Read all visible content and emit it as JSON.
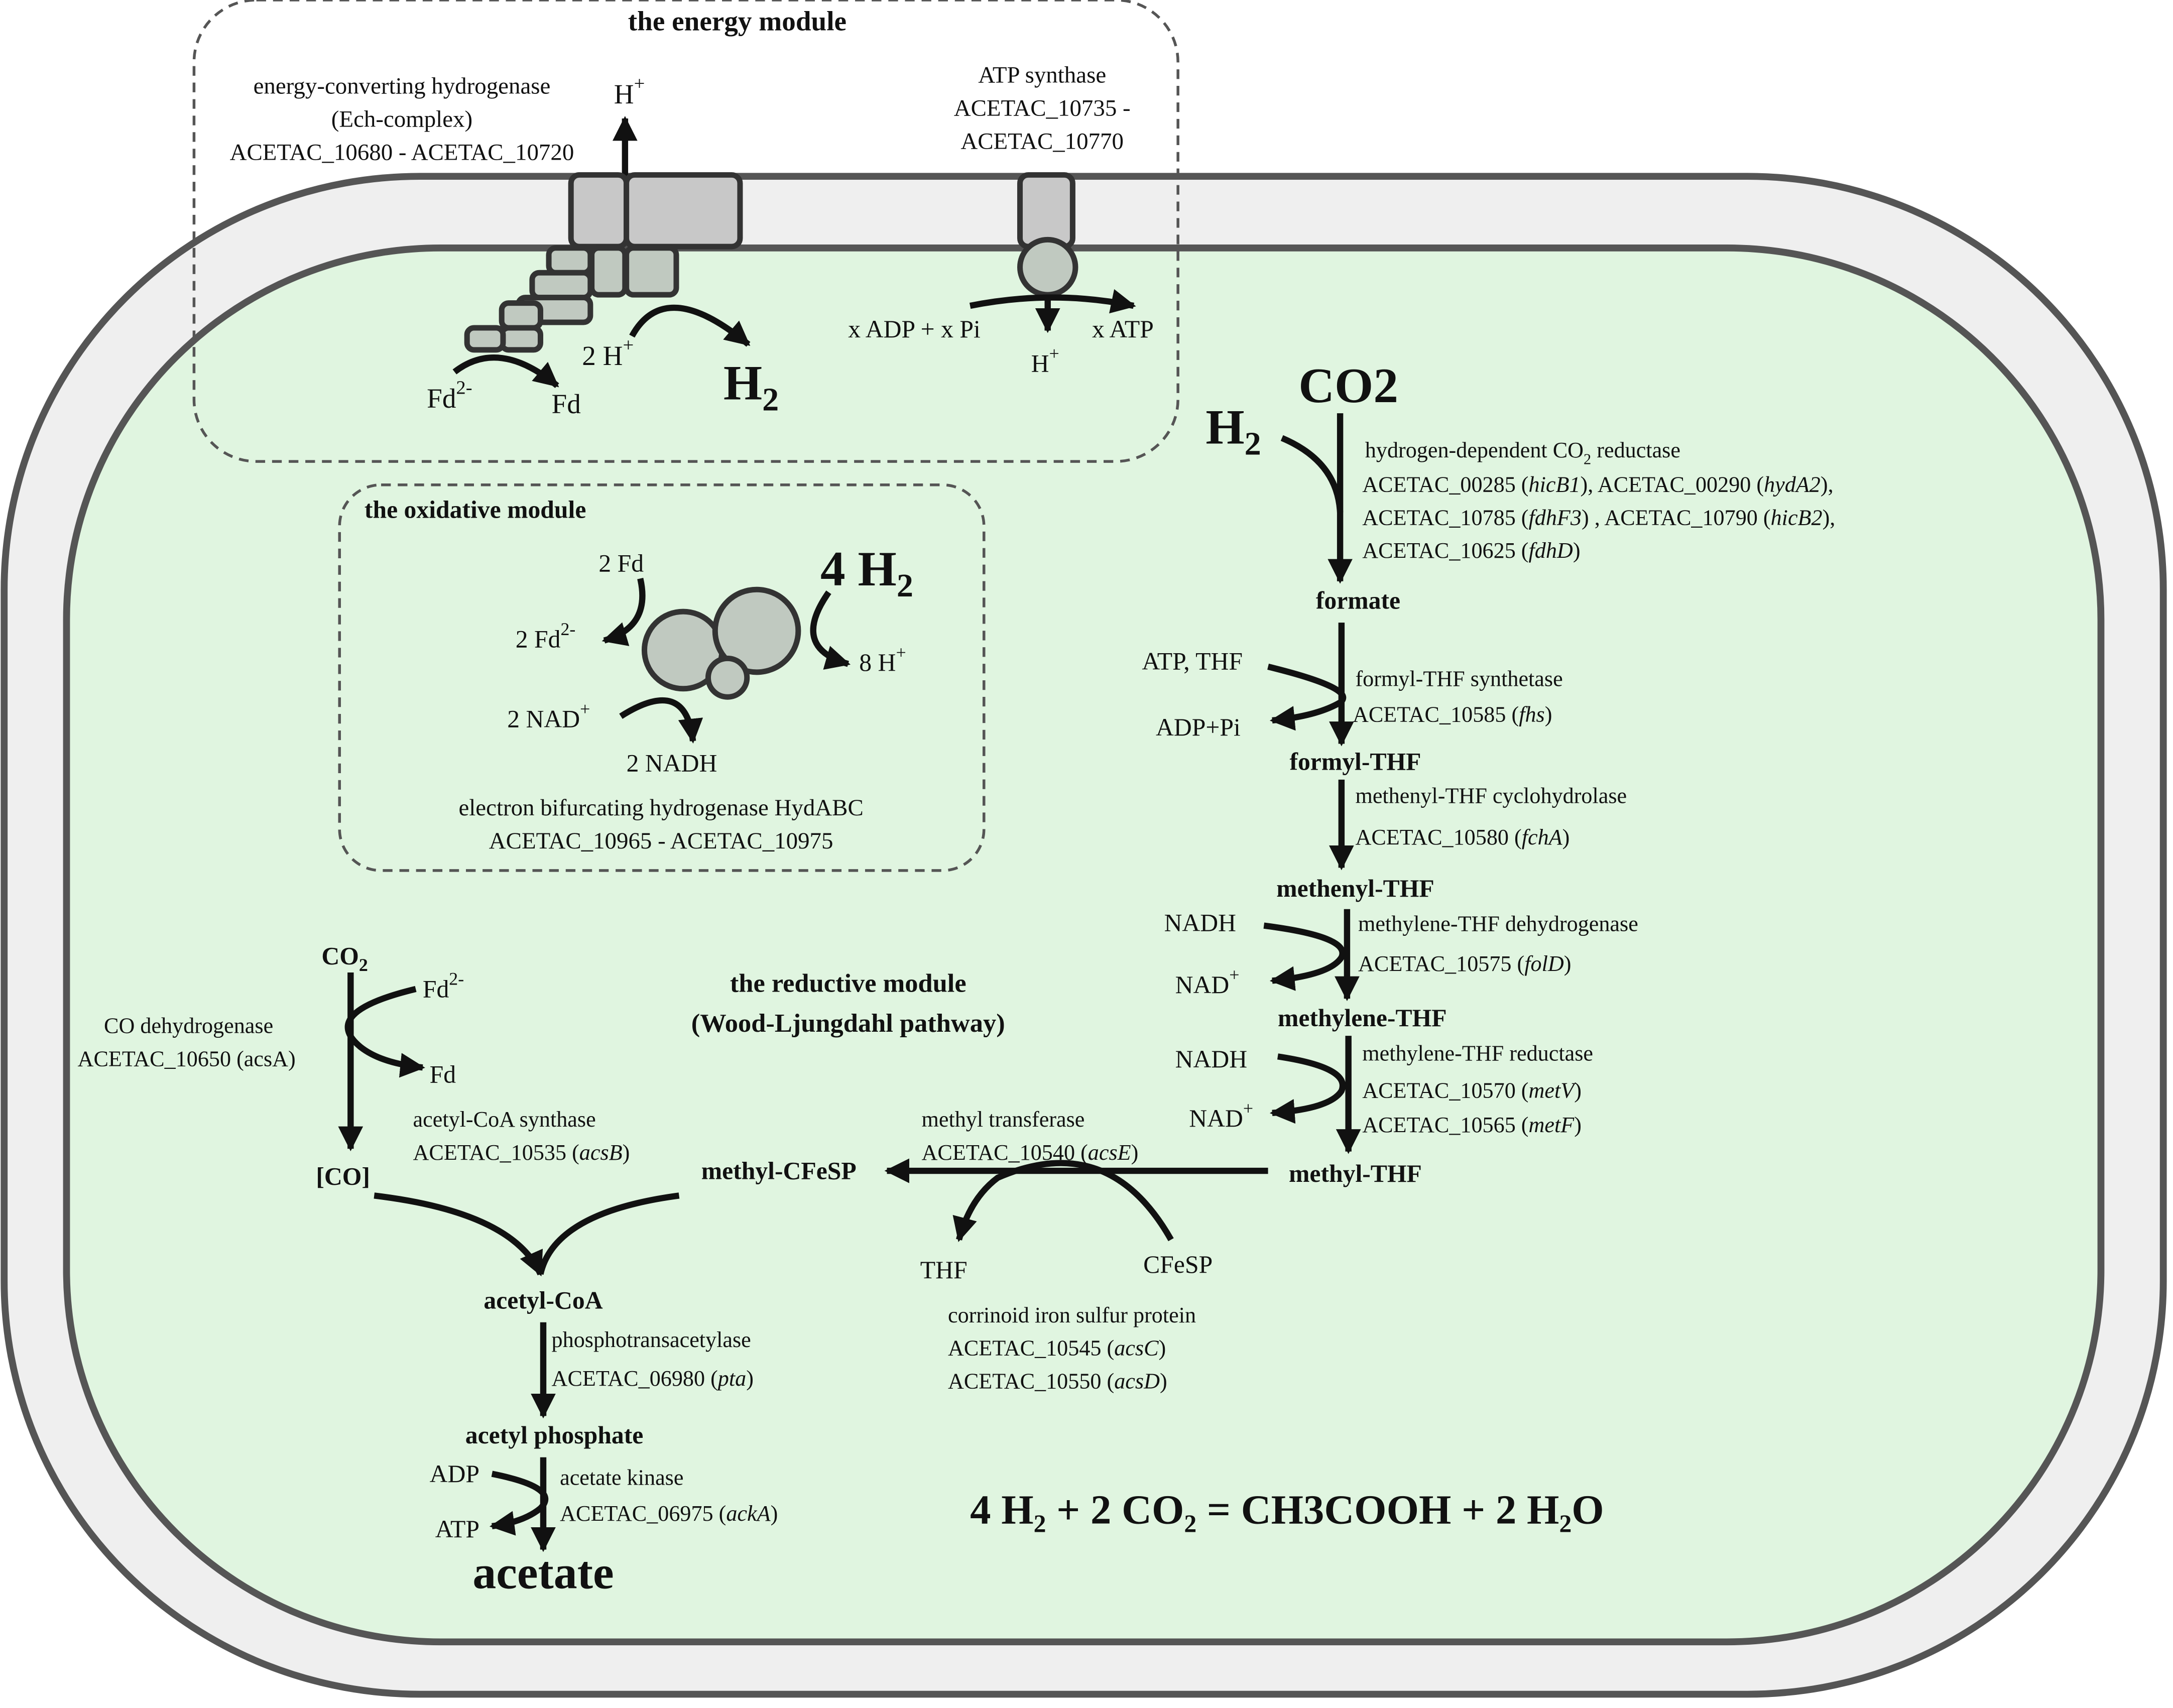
{
  "energy_module": {
    "title": "the energy module",
    "ech": [
      "energy-converting hydrogenase",
      "(Ech-complex)",
      "ACETAC_10680 - ACETAC_10720"
    ],
    "h_plus_out": "H",
    "plus": "+",
    "two": "2",
    "two_minus": "2-",
    "atp_synthase": [
      "ATP synthase",
      "ACETAC_10735 -",
      "ACETAC_10770"
    ],
    "fd2": "Fd",
    "fd": "Fd",
    "two_h": "2 H",
    "h2": "H",
    "x_adp": "x ADP + x Pi",
    "x_atp": "x ATP",
    "h_plus_in": "H"
  },
  "oxidative_module": {
    "title": "the oxidative module",
    "two_fd": "2 Fd",
    "two_fd2": "2 Fd",
    "four_h2": "4 H",
    "eight_h": "8 H",
    "two_nad": "2 NAD",
    "two_nadh": "2 NADH",
    "enzyme": [
      "electron bifurcating hydrogenase HydABC",
      "ACETAC_10965 - ACETAC_10975"
    ]
  },
  "reductive_module": {
    "title": [
      "the reductive module",
      "(Wood-Ljungdahl pathway)"
    ]
  },
  "methyl_branch": {
    "h2": "H",
    "co2": "CO",
    "co2_reductase": [
      "hydrogen-dependent CO",
      " reductase"
    ],
    "co2_genes": [
      [
        {
          "t": "ACETAC_00285 ("
        },
        {
          "t": "hicB1",
          "i": true
        },
        {
          "t": "), ACETAC_00290 ("
        },
        {
          "t": "hydA2",
          "i": true
        },
        {
          "t": "),"
        }
      ],
      [
        {
          "t": "ACETAC_10785 ("
        },
        {
          "t": "fdhF3",
          "i": true
        },
        {
          "t": ") , ACETAC_10790 ("
        },
        {
          "t": "hicB2",
          "i": true
        },
        {
          "t": "),"
        }
      ],
      [
        {
          "t": "ACETAC_10625 ("
        },
        {
          "t": "fdhD",
          "i": true
        },
        {
          "t": ")"
        }
      ]
    ],
    "formate": "formate",
    "atp_thf": "ATP, THF",
    "adp_pi": "ADP+Pi",
    "fhs": [
      "formyl-THF synthetase",
      "ACETAC_10585 (",
      "fhs",
      ")"
    ],
    "formyl_thf": "formyl-THF",
    "fch": [
      "methenyl-THF cyclohydrolase",
      "ACETAC_10580 (",
      "fchA",
      ")"
    ],
    "methenyl_thf": "methenyl-THF",
    "nadh1": "NADH",
    "nad1": "NAD",
    "fold": [
      "methylene-THF dehydrogenase",
      "ACETAC_10575 (",
      "folD",
      ")"
    ],
    "methylene_thf": "methylene-THF",
    "nadh2": "NADH",
    "nad2": "NAD",
    "met": [
      "methylene-THF reductase",
      "ACETAC_10570 (",
      "metV",
      ")",
      "ACETAC_10565 (",
      "metF",
      ")"
    ],
    "methyl_thf": "methyl-THF"
  },
  "carbonyl_branch": {
    "co2": "CO",
    "fd2": "Fd",
    "fd": "Fd",
    "codh": [
      "CO dehydrogenase",
      "ACETAC_10650 (acsA)"
    ],
    "co": "[CO]",
    "acs": [
      "acetyl-CoA synthase",
      "ACETAC_10535 (",
      "acsB",
      ")"
    ],
    "methyl_cfesp": "methyl-CFeSP",
    "acse": [
      "methyl transferase",
      "ACETAC_10540 (",
      "acsE",
      ")"
    ],
    "thf": "THF",
    "cfesp": "CFeSP",
    "corrinoid": [
      "corrinoid iron sulfur protein",
      "ACETAC_10545 (",
      "acsC",
      ")",
      "ACETAC_10550 (",
      "acsD",
      ")"
    ],
    "acetyl_coa": "acetyl-CoA",
    "pta": [
      "phosphotransacetylase",
      "ACETAC_06980 (",
      "pta",
      ")"
    ],
    "acetyl_phosphate": "acetyl phosphate",
    "adp": "ADP",
    "atp": "ATP",
    "acka": [
      "acetate kinase",
      "ACETAC_06975 (",
      "ackA",
      ")"
    ],
    "acetate": "acetate"
  },
  "equation": {
    "a": "4 H",
    "b": " + 2 CO",
    "c": " = CH",
    "d": "3",
    "e": "COOH + 2 H",
    "f": "O",
    "sub": "2"
  },
  "colors": {
    "cytoplasm": "#e0f5e0",
    "periplasm": "#efefef",
    "membrane_outline": "#555555",
    "protein": "#c8c8c8",
    "dashed": "#555555"
  }
}
